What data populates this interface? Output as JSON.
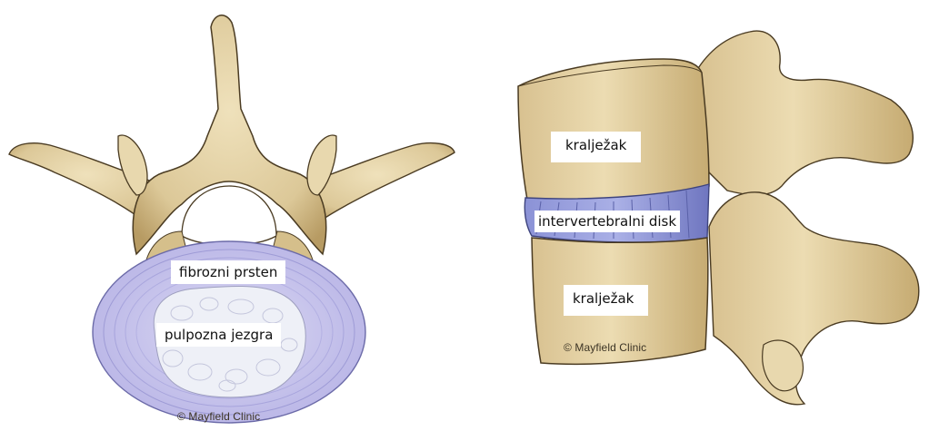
{
  "left_panel": {
    "labels": {
      "annulus": "fibrozni prsten",
      "nucleus": "pulpozna jezgra"
    },
    "credit": "© Mayfield Clinic"
  },
  "right_panel": {
    "labels": {
      "vertebra_top": "kralježak",
      "disc": "intervertebralni disk",
      "vertebra_bottom": "kralježak"
    },
    "credit": "© Mayfield Clinic"
  },
  "colors": {
    "bone": "#e4d3a8",
    "bone_shadow": "#b79b63",
    "bone_outline": "#4a3b22",
    "disc_lavender": "#c7c4ec",
    "disc_blue": "#7f86cf",
    "nucleus": "#eef0f7"
  }
}
